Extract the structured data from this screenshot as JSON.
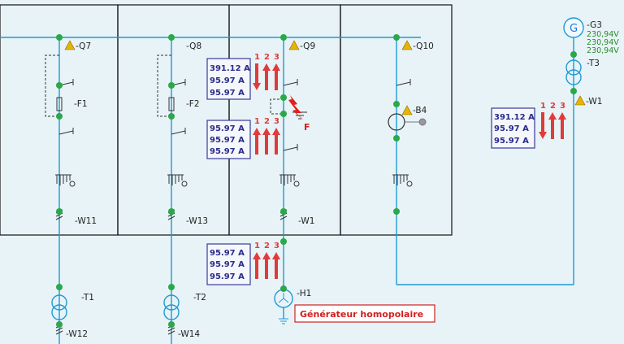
{
  "colors": {
    "background": "#e8f3f7",
    "wire": "#1e9ad6",
    "node": "#2aa84a",
    "frame": "#222222",
    "label_box": "#3a3a9a",
    "value_text": "#2b2b8c",
    "arrow": "#e03b3b",
    "warning": "#e8b400",
    "green_text": "#2a8a2a",
    "callout": "#d12020"
  },
  "feeders": [
    {
      "breaker": "-Q7",
      "fuse": "-F1",
      "cable": "-W11",
      "transformer": "-T1",
      "out_cable": "-W12"
    },
    {
      "breaker": "-Q8",
      "fuse": "-F2",
      "cable": "-W13",
      "transformer": "-T2",
      "out_cable": "-W14"
    },
    {
      "breaker": "-Q9",
      "fault": "F",
      "cable": "-W1",
      "generator": "-H1"
    },
    {
      "breaker": "-Q10",
      "meter": "-B4"
    }
  ],
  "source": {
    "generator": "-G3",
    "generator_symbol": "G",
    "voltages": [
      "230,94V",
      "230,94V",
      "230,94V"
    ],
    "transformer": "-T3",
    "cable": "-W1"
  },
  "phase_labels": [
    "1",
    "2",
    "3"
  ],
  "current_boxes": [
    {
      "values": [
        "391.12 A",
        "95.97 A",
        "95.97 A"
      ]
    },
    {
      "values": [
        "95.97 A",
        "95.97 A",
        "95.97 A"
      ]
    },
    {
      "values": [
        "95.97 A",
        "95.97 A",
        "95.97 A"
      ]
    },
    {
      "values": [
        "391.12 A",
        "95.97 A",
        "95.97 A"
      ]
    }
  ],
  "callout": "Générateur homopolaire"
}
